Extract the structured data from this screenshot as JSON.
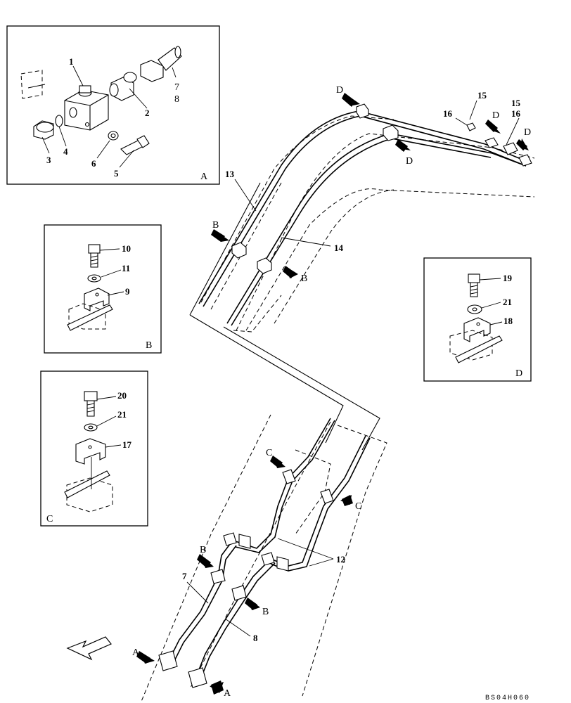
{
  "drawing_code": "BS04H060",
  "detail_boxes": {
    "A": {
      "letter": "A",
      "items": [
        "1",
        "2",
        "3",
        "4",
        "5",
        "6",
        "7",
        "8"
      ]
    },
    "B": {
      "letter": "B",
      "items": [
        "10",
        "11",
        "9"
      ]
    },
    "C": {
      "letter": "C",
      "items": [
        "20",
        "21",
        "17"
      ]
    },
    "D": {
      "letter": "D",
      "items": [
        "19",
        "21",
        "18"
      ]
    }
  },
  "main_labels": {
    "n13": "13",
    "n14": "14",
    "n12": "12",
    "n7": "7",
    "n8": "8",
    "n15a": "15",
    "n16a": "16",
    "n15b": "15",
    "n16b": "16"
  },
  "view_arrows": {
    "B1": "B",
    "B2": "B",
    "B3": "B",
    "B4": "B",
    "C1": "C",
    "C2": "C",
    "D1": "D",
    "D2": "D",
    "D3": "D",
    "D4": "D",
    "A1": "A",
    "A2": "A"
  }
}
